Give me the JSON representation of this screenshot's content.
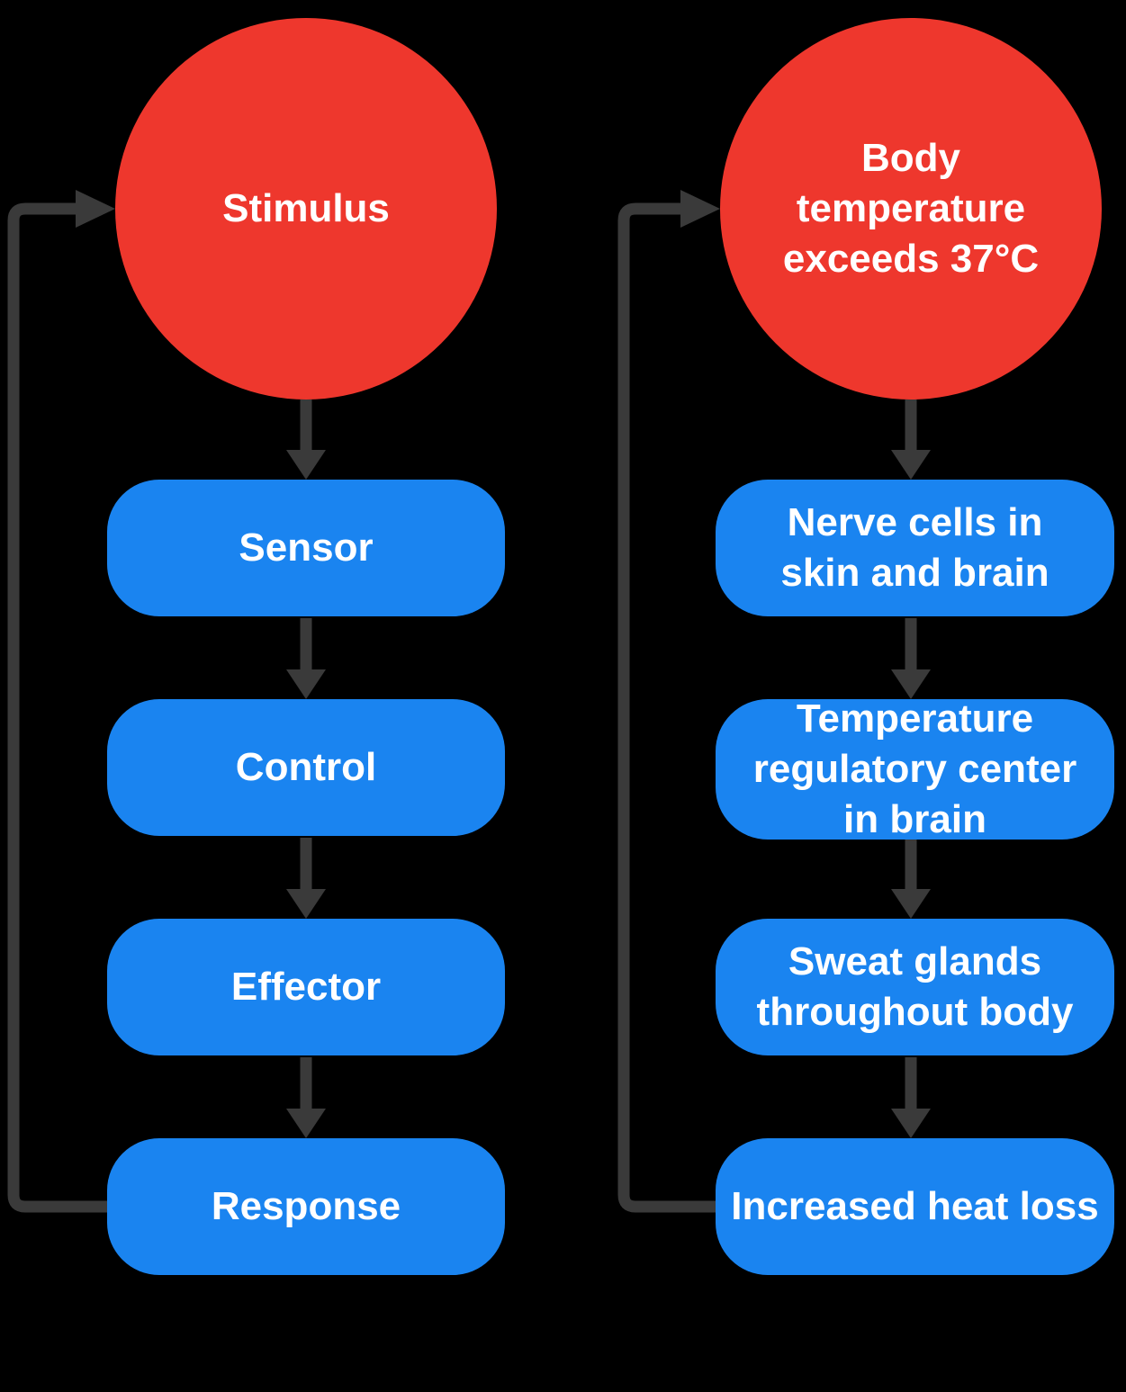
{
  "colors": {
    "bg": "#000000",
    "circle": "#ee372d",
    "box": "#1a84f0",
    "arrow": "#3a3a3a",
    "text": "#ffffff"
  },
  "generic_loop": {
    "stimulus": "Stimulus",
    "steps": [
      "Sensor",
      "Control",
      "Effector",
      "Response"
    ]
  },
  "example_loop": {
    "stimulus": "Body\ntemperature\nexceeds 37°C",
    "steps": [
      "Nerve cells in\nskin and brain",
      "Temperature\nregulatory center\nin brain",
      "Sweat glands\nthroughout body",
      "Increased heat loss"
    ]
  }
}
